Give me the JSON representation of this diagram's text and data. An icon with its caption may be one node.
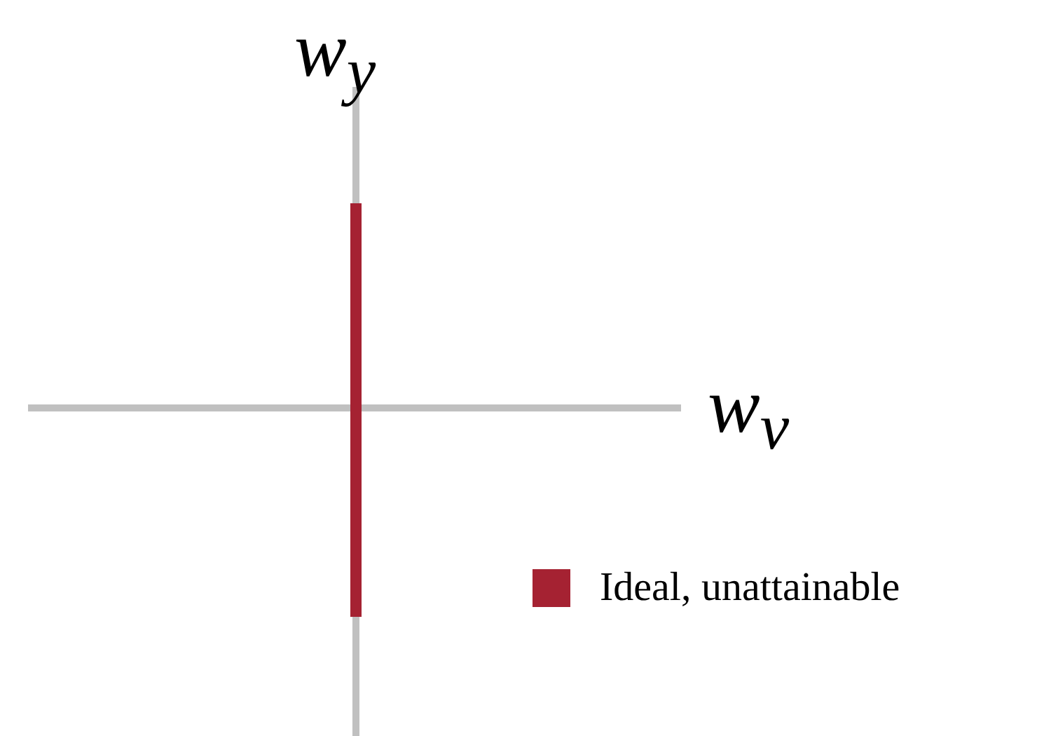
{
  "diagram": {
    "labels": [
      "w$_{y}$",
      "w$_{v}$"
    ],
    "legend": [
      {
        "text": "Ideal, unattainable",
        "color": "#a52232"
      }
    ]
  }
}
